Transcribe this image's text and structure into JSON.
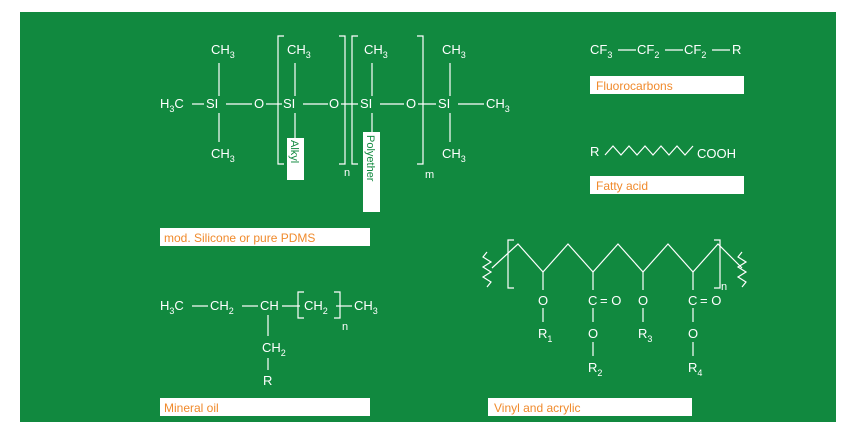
{
  "chemicals": {
    "silicone": {
      "label": "mod. Silicone or pure PDMS",
      "si": "SI",
      "o": "O",
      "ch3": "CH",
      "h3c": "H",
      "sub3": "3",
      "alkyl": "Alkyl",
      "polyether": "Polyether",
      "n": "n",
      "m": "m"
    },
    "fluorocarbons": {
      "label": "Fluorocarbons",
      "cf": "CF",
      "r": "R",
      "sub2": "2",
      "sub3": "3"
    },
    "fatty_acid": {
      "label": "Fatty acid",
      "r": "R",
      "cooh": "COOH"
    },
    "mineral_oil": {
      "label": "Mineral oil",
      "h3c": "H",
      "c": "C",
      "ch": "CH",
      "ch2": "CH",
      "ch3": "CH",
      "sub2": "2",
      "sub3": "3",
      "n": "n",
      "r": "R"
    },
    "vinyl": {
      "label": "Vinyl and acrylic",
      "o": "O",
      "c": "C",
      "eq": "= O",
      "r": "R",
      "r1": "1",
      "r2": "2",
      "r3": "3",
      "r4": "4",
      "n": "n"
    }
  },
  "colors": {
    "background": "#11893f",
    "label_box": "#ffffff",
    "label_text": "#f08a2c"
  }
}
